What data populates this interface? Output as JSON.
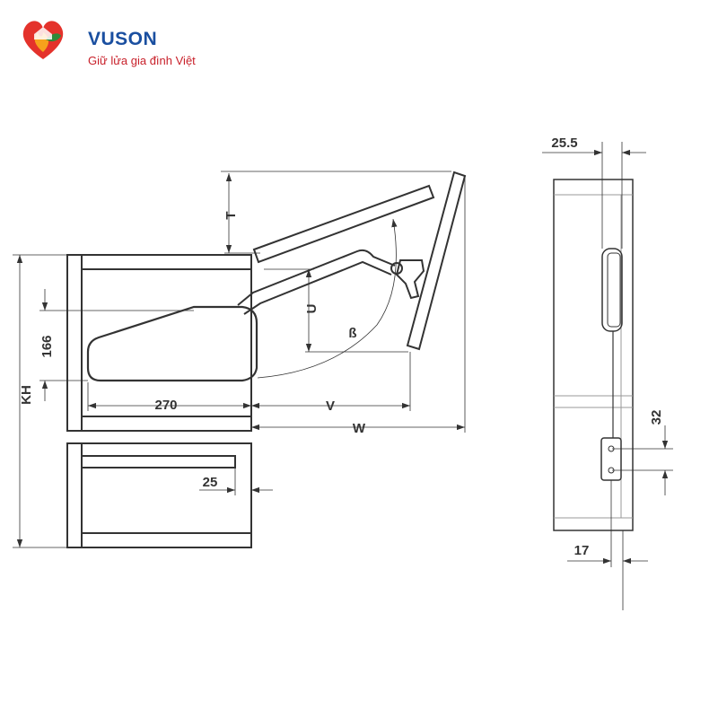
{
  "brand": {
    "name": "VUSON",
    "slogan": "Giữ lửa gia đình Việt",
    "name_color": "#1a4fa0",
    "slogan_color": "#c8202a",
    "logo_colors": {
      "heart": "#e4322b",
      "flame": "#f6a21c",
      "leaf": "#2e8b3a"
    }
  },
  "diagram": {
    "labels": {
      "t": "T",
      "u": "U",
      "beta": "ß",
      "kh": "KH",
      "h166": "166",
      "w270": "270",
      "v": "V",
      "w": "W",
      "w25": "25",
      "w25_5": "25.5",
      "h32": "32",
      "w17": "17"
    },
    "line_color": "#333333",
    "fill_color": "#ffffff"
  }
}
